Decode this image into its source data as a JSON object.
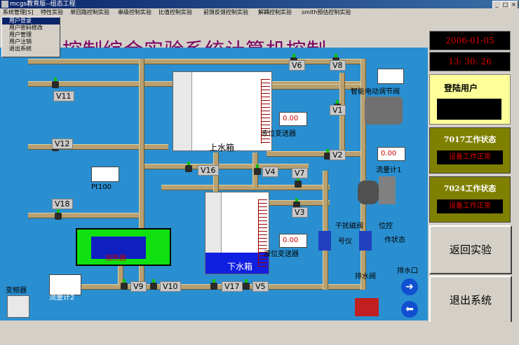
{
  "window": {
    "title": "mcgs教育版--组态工程",
    "buttons": [
      "_",
      "□",
      "×"
    ]
  },
  "menu": {
    "items": [
      "系统管理[S]",
      "特性实验",
      "单回路控制实验",
      "串级控制实验",
      "比值控制实验",
      "前馈反馈控制实验",
      "解耦控制实验",
      "smith预估控制实验"
    ]
  },
  "dropdown": {
    "items": [
      "用户登录",
      "用户密码修改",
      "用户管理",
      "用户注销",
      "退出系统"
    ]
  },
  "main": {
    "title": "程控制综合实验系统计算机控制",
    "upper_tank": "上水箱",
    "lower_tank": "下水箱",
    "level_transmitter": "液位变送器",
    "level_transmitter2": "液位变送器",
    "smart_valve": "智能电动调节阀",
    "flowmeter1": "流量计1",
    "flowmeter2": "流量计2",
    "pt100": "Pt100",
    "heater": "加热器",
    "frequency_converter": "变频器",
    "interference_valve": "干扰磁阀",
    "signal_label": "号仪",
    "position_label": "位控",
    "action_status": "作状态",
    "drain_valve": "排水阀",
    "drain_port": "排水口",
    "values": {
      "upper_level": "0.00",
      "flow1": "0.00",
      "lower_level": "0.00"
    },
    "valves": [
      "V6",
      "V8",
      "V11",
      "V1",
      "V12",
      "V2",
      "V16",
      "V4",
      "V7",
      "V18",
      "V3",
      "V9",
      "V10",
      "V17",
      "V5"
    ]
  },
  "side": {
    "date": "2006-01-05",
    "time": "13: 30: 26",
    "login_label": "登陆用户",
    "status7017_label": "7017工作状态",
    "status7017_value": "设备工作正常",
    "status7024_label": "7024工作状态",
    "status7024_value": "设备工作正常",
    "return_button": "返回实验",
    "exit_button": "退出系统"
  }
}
